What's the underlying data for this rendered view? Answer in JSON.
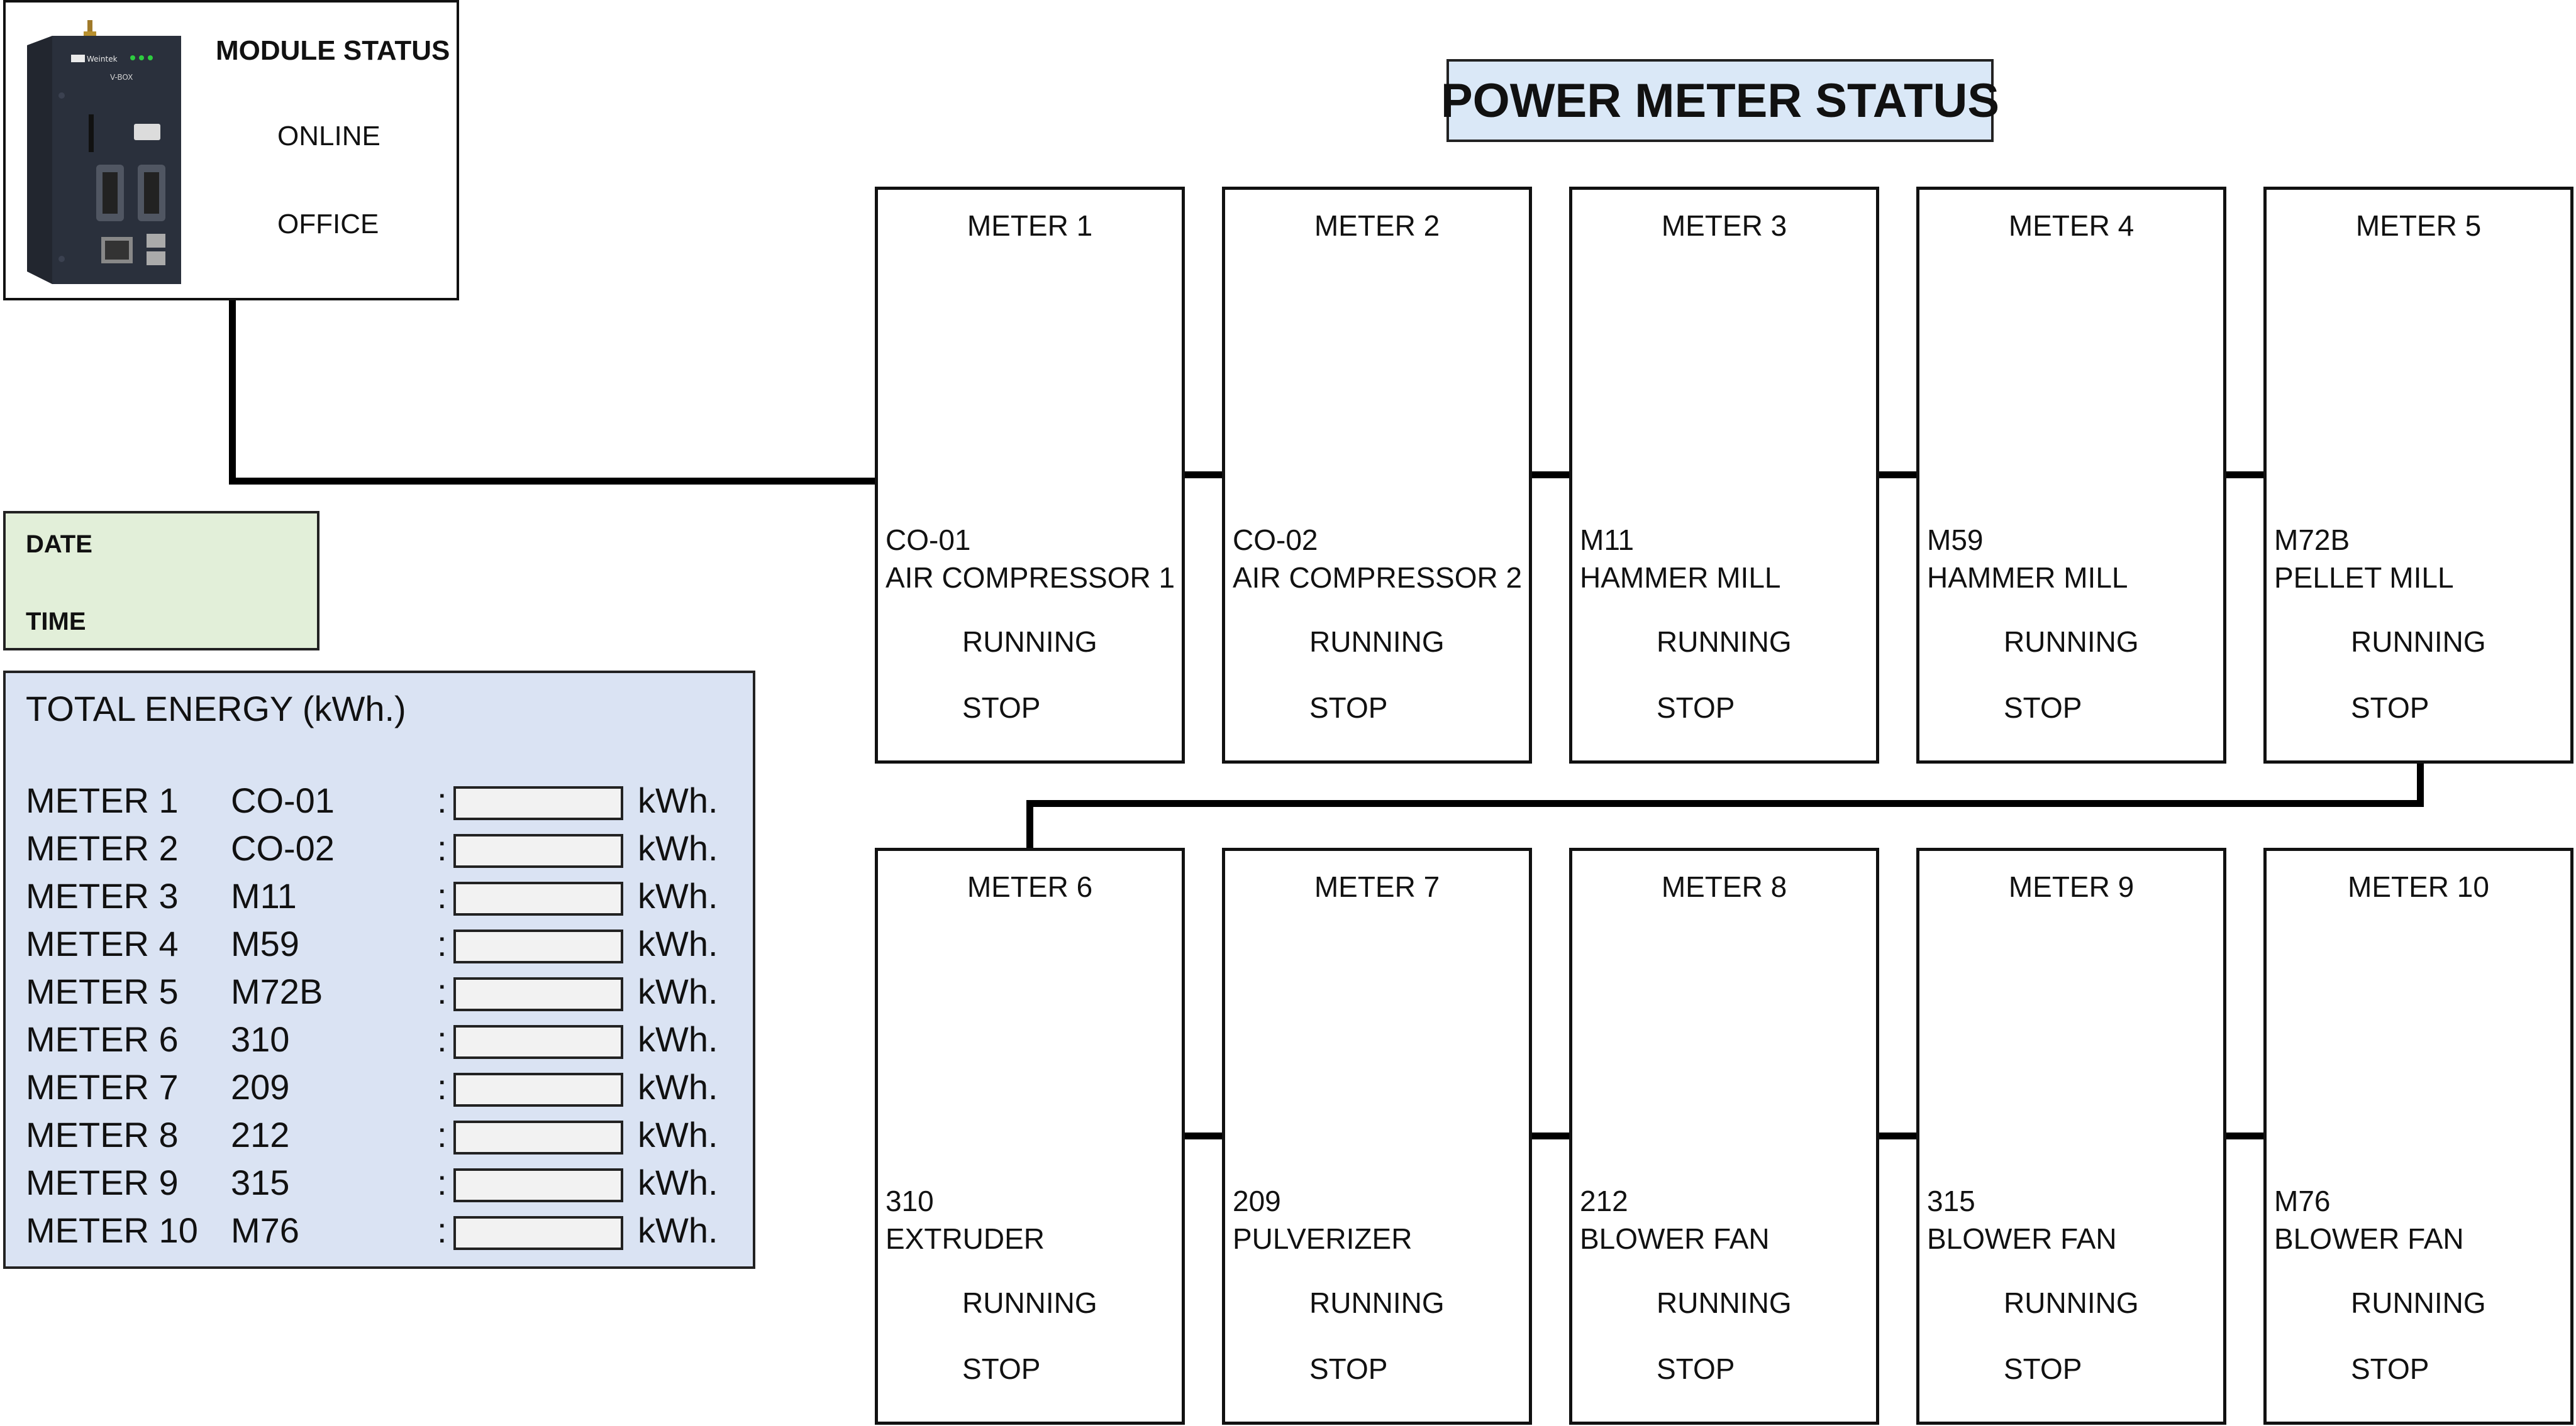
{
  "module": {
    "title": "MODULE STATUS",
    "status": "ONLINE",
    "location": "OFFICE",
    "device_brand": "Weintek",
    "device_model": "V-BOX"
  },
  "datetime": {
    "date_label": "DATE",
    "time_label": "TIME"
  },
  "energy": {
    "title": "TOTAL ENERGY (kWh.)",
    "separator": ":",
    "rows": [
      {
        "meter": "METER 1",
        "code": "CO-01",
        "value": "",
        "unit": "kWh."
      },
      {
        "meter": "METER 2",
        "code": "CO-02",
        "value": "",
        "unit": "kWh."
      },
      {
        "meter": "METER 3",
        "code": "M11",
        "value": "",
        "unit": "kWh."
      },
      {
        "meter": "METER 4",
        "code": "M59",
        "value": "",
        "unit": "kWh."
      },
      {
        "meter": "METER 5",
        "code": "M72B",
        "value": "",
        "unit": "kWh."
      },
      {
        "meter": "METER 6",
        "code": "310",
        "value": "",
        "unit": "kWh."
      },
      {
        "meter": "METER 7",
        "code": "209",
        "value": "",
        "unit": "kWh."
      },
      {
        "meter": "METER 8",
        "code": "212",
        "value": "",
        "unit": "kWh."
      },
      {
        "meter": "METER 9",
        "code": "315",
        "value": "",
        "unit": "kWh."
      },
      {
        "meter": "METER 10",
        "code": "M76",
        "value": "",
        "unit": "kWh."
      }
    ]
  },
  "power_meter_status": {
    "title": "POWER METER STATUS",
    "meters": [
      {
        "title": "METER 1",
        "code": "CO-01",
        "description": "AIR COMPRESSOR 1",
        "running_label": "RUNNING",
        "stop_label": "STOP"
      },
      {
        "title": "METER 2",
        "code": "CO-02",
        "description": "AIR COMPRESSOR 2",
        "running_label": "RUNNING",
        "stop_label": "STOP"
      },
      {
        "title": "METER 3",
        "code": "M11",
        "description": "HAMMER MILL",
        "running_label": "RUNNING",
        "stop_label": "STOP"
      },
      {
        "title": "METER 4",
        "code": "M59",
        "description": "HAMMER MILL",
        "running_label": "RUNNING",
        "stop_label": "STOP"
      },
      {
        "title": "METER 5",
        "code": "M72B",
        "description": "PELLET MILL",
        "running_label": "RUNNING",
        "stop_label": "STOP"
      },
      {
        "title": "METER 6",
        "code": "310",
        "description": "EXTRUDER",
        "running_label": "RUNNING",
        "stop_label": "STOP"
      },
      {
        "title": "METER 7",
        "code": "209",
        "description": "PULVERIZER",
        "running_label": "RUNNING",
        "stop_label": "STOP"
      },
      {
        "title": "METER 8",
        "code": "212",
        "description": "BLOWER FAN",
        "running_label": "RUNNING",
        "stop_label": "STOP"
      },
      {
        "title": "METER 9",
        "code": "315",
        "description": "BLOWER FAN",
        "running_label": "RUNNING",
        "stop_label": "STOP"
      },
      {
        "title": "METER 10",
        "code": "M76",
        "description": "BLOWER FAN",
        "running_label": "RUNNING",
        "stop_label": "STOP"
      }
    ]
  },
  "colors": {
    "datetime_bg": "#e2efd9",
    "energy_bg": "#dae3f3",
    "title_bg": "#dae8f7",
    "wire": "#000000"
  }
}
